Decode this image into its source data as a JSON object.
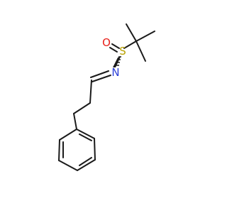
{
  "molecule": {
    "atoms": [
      {
        "id": "S",
        "label": "S",
        "color": "#b8a000"
      },
      {
        "id": "O",
        "label": "O",
        "color": "#e8201a"
      },
      {
        "id": "N",
        "label": "N",
        "color": "#2a3ed8"
      }
    ],
    "colors": {
      "bond": "#1a1a1a",
      "sulfur": "#b8a000",
      "oxygen": "#e8201a",
      "nitrogen": "#2a3ed8"
    }
  }
}
